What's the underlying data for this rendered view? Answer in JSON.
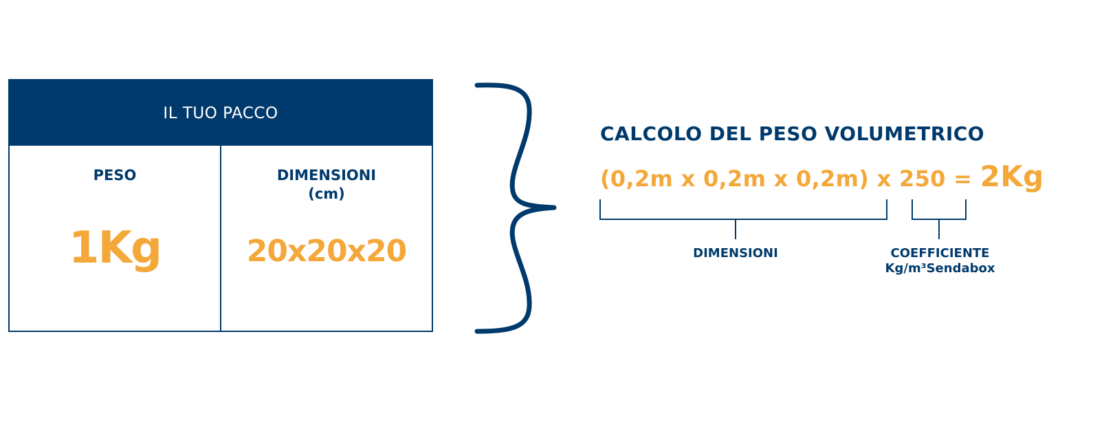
{
  "package": {
    "header": "IL TUO PACCO",
    "weight": {
      "label": "PESO",
      "value": "1Kg"
    },
    "dimensions": {
      "label": "DIMENSIONI",
      "unit": "(cm)",
      "value": "20x20x20"
    }
  },
  "calculation": {
    "title": "CALCOLO DEL PESO VOLUMETRICO",
    "expression": "(0,2m x 0,2m x 0,2m) x 250 =",
    "result": "2Kg",
    "bracket_dimensions_label": "DIMENSIONI",
    "bracket_coefficient_label": "COEFFICIENTE",
    "bracket_coefficient_unit": "Kg/m³Sendabox"
  },
  "colors": {
    "navy": "#003a6c",
    "orange": "#f4a83a"
  }
}
